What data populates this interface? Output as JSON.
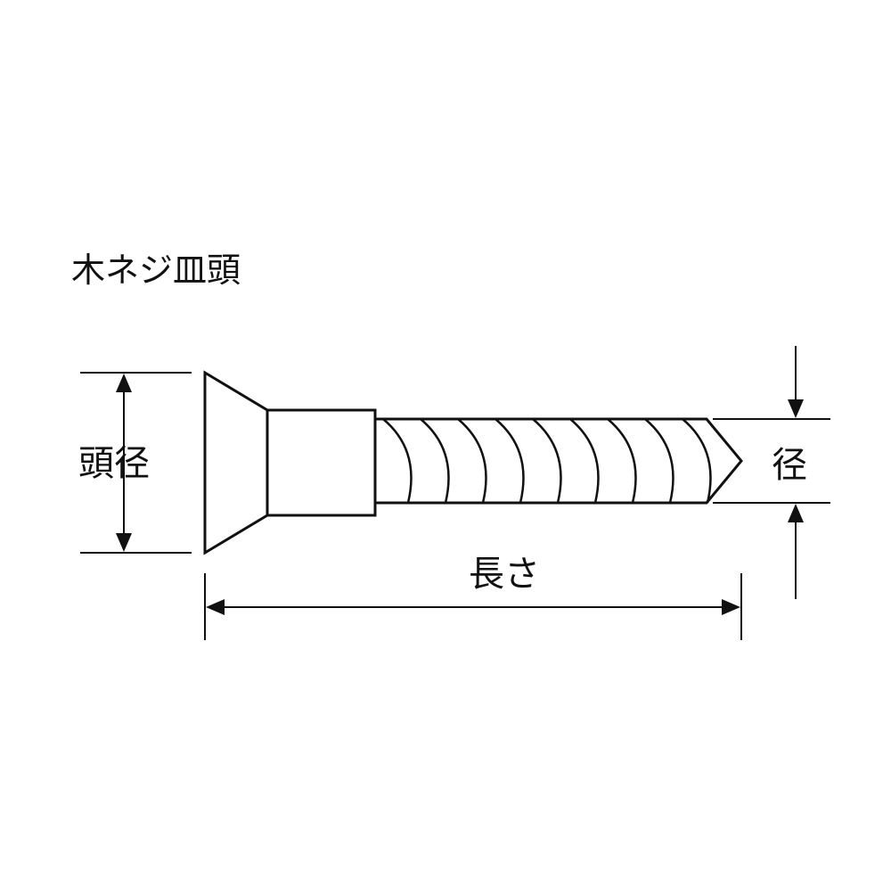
{
  "diagram": {
    "title": "木ネジ皿頭",
    "labels": {
      "head_diameter": "頭径",
      "diameter": "径",
      "length": "長さ"
    },
    "parts": [
      "countersunk-head",
      "neck",
      "threaded-shank",
      "pointed-tip"
    ],
    "colors": {
      "stroke": "#111111",
      "background": "#ffffff"
    }
  }
}
